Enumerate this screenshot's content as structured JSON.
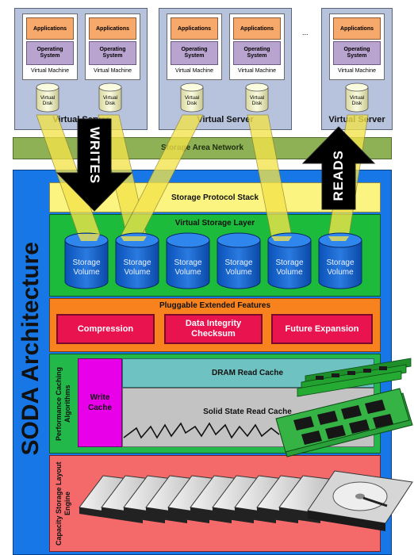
{
  "servers": [
    {
      "label": "Virtual Server",
      "vms": [
        {
          "app": "Applications",
          "os": "Operating System",
          "vm": "Virtual Machine",
          "disk": "Virtual Disk"
        },
        {
          "app": "Applications",
          "os": "Operating System",
          "vm": "Virtual Machine",
          "disk": "Virtual Disk"
        }
      ]
    },
    {
      "label": "Virtual Server",
      "vms": [
        {
          "app": "Applications",
          "os": "Operating System",
          "vm": "Virtual Machine",
          "disk": "Virtual Disk"
        },
        {
          "app": "Applications",
          "os": "Operating System",
          "vm": "Virtual Machine",
          "disk": "Virtual Disk"
        }
      ]
    },
    {
      "label": "Virtual Server",
      "vms": [
        {
          "app": "Applications",
          "os": "Operating System",
          "vm": "Virtual Machine",
          "disk": "Virtual Disk"
        }
      ]
    }
  ],
  "ellipsis": "...",
  "san": "Storage Area Network",
  "arrows": {
    "writes": "WRITES",
    "reads": "READS"
  },
  "soda_title": "SODA Architecture",
  "protocol_stack": "Storage Protocol Stack",
  "virtual_storage_layer": "Virtual Storage Layer",
  "volumes": [
    "Storage Volume",
    "Storage Volume",
    "Storage Volume",
    "Storage Volume",
    "Storage Volume",
    "Storage Volume"
  ],
  "extended": {
    "title": "Pluggable Extended Features",
    "features": [
      "Compression",
      "Data Integrity Checksum",
      "Future Expansion"
    ]
  },
  "caching": {
    "side_label": "Performance Caching Algorithms",
    "write_cache": "Write Cache",
    "dram": "DRAM Read Cache",
    "ssd": "Solid State Read Cache"
  },
  "capacity": {
    "side_label": "Capacity Storage Layout Engine"
  },
  "colors": {
    "soda_blue": "#1777e6",
    "protocol_yellow": "#fcf480",
    "storage_green": "#1dbb3c",
    "extended_orange": "#f7821e",
    "feature_red": "#e8134f",
    "caching_green": "#22b94a",
    "write_cache_magenta": "#e800e8",
    "dram_teal": "#6fc2c2",
    "ssd_gray": "#c3c3c3",
    "capacity_red": "#f46a6a",
    "san_olive": "#8fb155"
  }
}
